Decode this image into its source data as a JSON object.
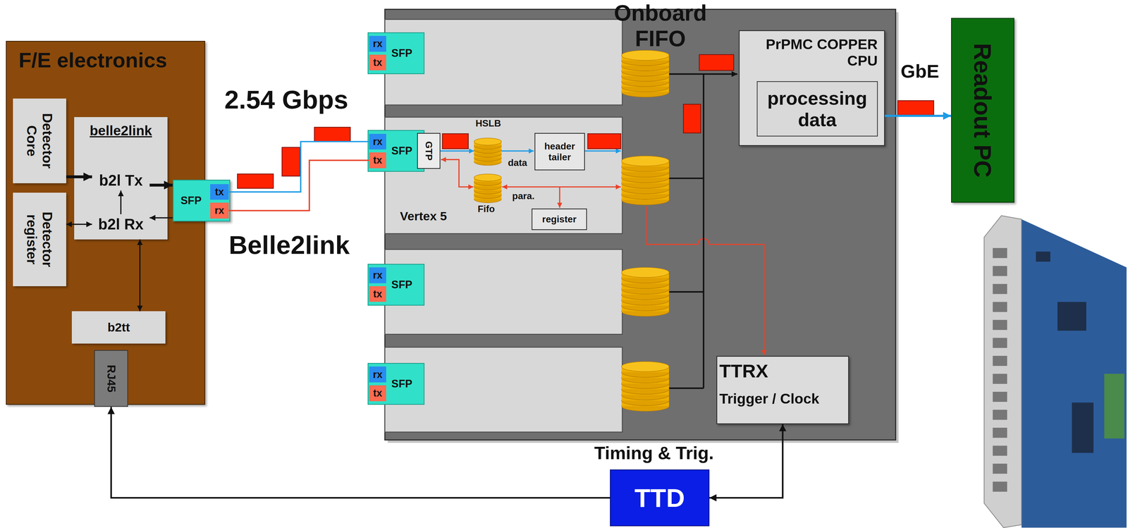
{
  "diagram": {
    "nodes": [
      {
        "text": [
          "F/E electronics"
        ]
      },
      {
        "text": [
          "Detector Core"
        ],
        "in": 0
      },
      {
        "text": [
          "belle2link"
        ],
        "in": 0
      },
      {
        "text": [
          "b2l Tx"
        ],
        "in": 2
      },
      {
        "text": [
          "b2l Rx"
        ],
        "in": 2
      },
      {
        "text": [
          "Detector register"
        ],
        "in": 0
      },
      {
        "text": [
          "SFP"
        ],
        "in": 0
      },
      {
        "text": [
          "tx"
        ],
        "in": 6
      },
      {
        "text": [
          "rx"
        ],
        "in": 6
      },
      {
        "text": [
          "b2tt"
        ],
        "in": 0
      },
      {
        "text": [
          "RJ45"
        ],
        "in": 0
      },
      {
        "text": [
          "SFP"
        ]
      },
      {
        "text": [
          "rx"
        ],
        "in": 11
      },
      {
        "text": [
          "tx"
        ],
        "in": 11
      },
      {
        "text": [
          "HSLB",
          "Vertex 5"
        ]
      },
      {
        "text": [
          "SFP"
        ],
        "in": 14
      },
      {
        "text": [
          "rx"
        ],
        "in": 15
      },
      {
        "text": [
          "tx"
        ],
        "in": 15
      },
      {
        "text": [
          "GTP"
        ],
        "in": 14
      },
      {
        "text": [
          "header tailer"
        ],
        "in": 14
      },
      {
        "text": [
          "register"
        ],
        "in": 14
      },
      {
        "text": [
          "SFP"
        ]
      },
      {
        "text": [
          "rx"
        ],
        "in": 21
      },
      {
        "text": [
          "tx"
        ],
        "in": 21
      },
      {
        "text": [
          "SFP"
        ]
      },
      {
        "text": [
          "rx"
        ],
        "in": 24
      },
      {
        "text": [
          "tx"
        ],
        "in": 24
      },
      {
        "text": [
          "PrPMC COPPER CPU"
        ]
      },
      {
        "text": [
          "processing data"
        ],
        "in": 27
      },
      {
        "text": [
          "TTRX",
          "Trigger / Clock"
        ]
      },
      {
        "text": [
          "Readout PC"
        ]
      },
      {
        "text": [
          "TTD"
        ]
      }
    ],
    "edges": [
      {
        "from": 1,
        "to": 3,
        "arrow": "to"
      },
      {
        "from": 5,
        "to": 4,
        "arrow": "both"
      },
      {
        "from": 4,
        "to": 3,
        "arrow": "to"
      },
      {
        "from": 3,
        "to": 6,
        "arrow": "to"
      },
      {
        "from": 6,
        "to": 4,
        "arrow": "to"
      },
      {
        "from": 2,
        "to": 9,
        "arrow": "both"
      },
      {
        "from": 7,
        "to": 16,
        "arrow": "none"
      },
      {
        "from": 17,
        "to": 8,
        "arrow": "none"
      },
      {
        "from": 31,
        "to": 10,
        "arrow": "to"
      },
      {
        "from": 31,
        "to": 29,
        "arrow": "both"
      },
      {
        "from": 27,
        "to": 30,
        "arrow": "to",
        "label": "GbE"
      }
    ],
    "labels": [
      "2.54 Gbps",
      "Belle2link",
      "Onboard FIFO",
      "data",
      "Fifo",
      "para.",
      "Timing & Trig."
    ]
  }
}
